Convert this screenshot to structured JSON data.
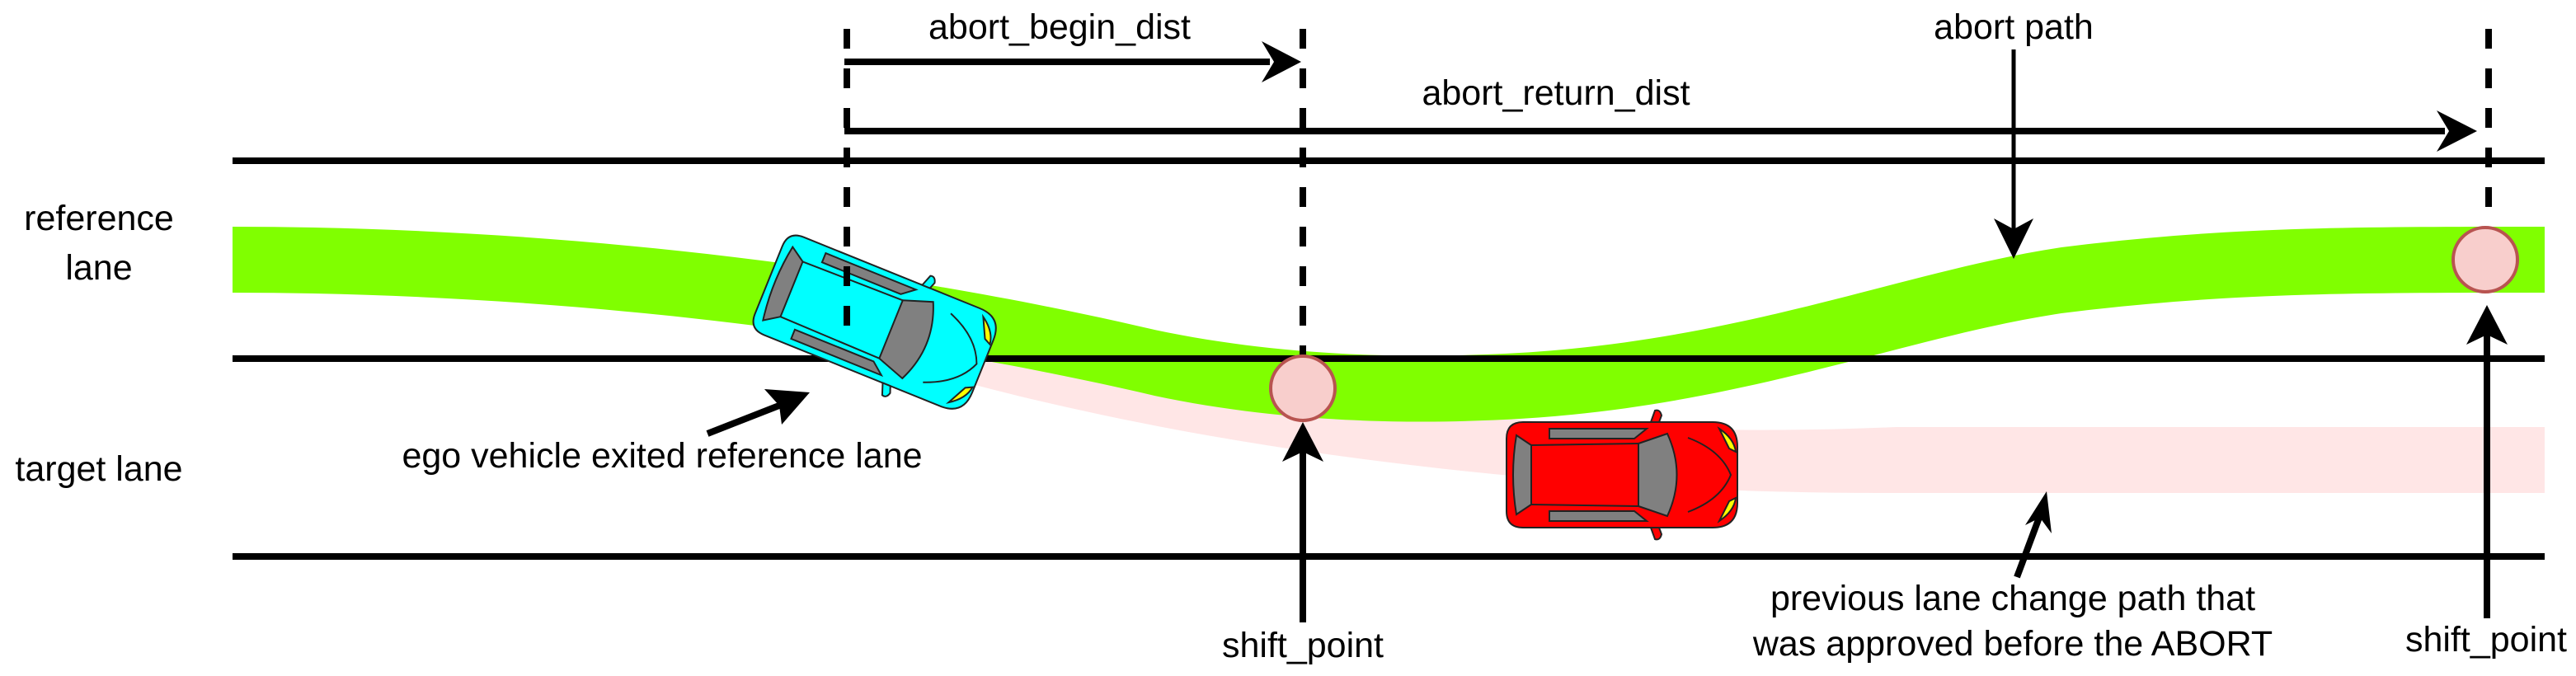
{
  "diagram": {
    "title": "Lane change abort path",
    "lanes": {
      "reference_label_line1": "reference",
      "reference_label_line2": "lane",
      "target_label": "target lane"
    },
    "dimensions": {
      "abort_begin_dist": "abort_begin_dist",
      "abort_return_dist": "abort_return_dist"
    },
    "annotations": {
      "abort_path": "abort path",
      "ego_exited": "ego vehicle exited reference lane",
      "previous_path_line1": "previous lane change path that",
      "previous_path_line2": "was approved before the ABORT",
      "shift_point_1": "shift_point",
      "shift_point_2": "shift_point"
    },
    "vehicles": {
      "ego": {
        "role": "ego vehicle",
        "color": "#00ffff"
      },
      "other": {
        "role": "object vehicle",
        "color": "#ff0000"
      }
    },
    "colors": {
      "abort_path": "#80ff00",
      "previous_path": "#ffe6e6",
      "shift_point_fill": "#f8cecc",
      "shift_point_stroke": "#b85450",
      "car_window": "#808080",
      "headlight": "#ffff00"
    }
  }
}
